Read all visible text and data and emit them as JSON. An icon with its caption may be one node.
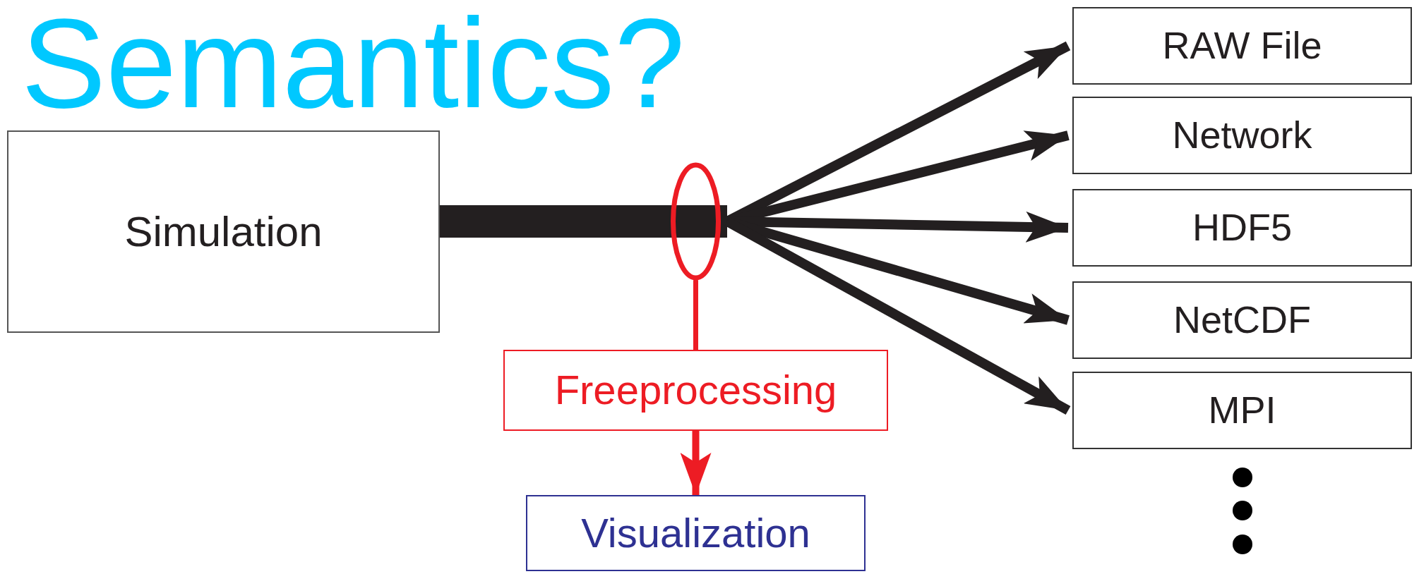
{
  "diagram": {
    "title": "Semantics?",
    "nodes": [
      {
        "text": [
          "Simulation"
        ]
      },
      {
        "text": [
          "RAW File"
        ]
      },
      {
        "text": [
          "Network"
        ]
      },
      {
        "text": [
          "HDF5"
        ]
      },
      {
        "text": [
          "NetCDF"
        ]
      },
      {
        "text": [
          "MPI"
        ]
      },
      {
        "text": [
          "Freeprocessing"
        ]
      },
      {
        "text": [
          "Visualization"
        ]
      }
    ],
    "edges": [
      {
        "from": 0,
        "to": 1,
        "arrow": "to"
      },
      {
        "from": 0,
        "to": 2,
        "arrow": "to"
      },
      {
        "from": 0,
        "to": 3,
        "arrow": "to"
      },
      {
        "from": 0,
        "to": 4,
        "arrow": "to"
      },
      {
        "from": 0,
        "to": 5,
        "arrow": "to"
      },
      {
        "from": null,
        "to": 6,
        "arrow": "none",
        "color": "#ed1c24"
      },
      {
        "from": 6,
        "to": 7,
        "arrow": "to",
        "color": "#ed1c24"
      }
    ]
  }
}
